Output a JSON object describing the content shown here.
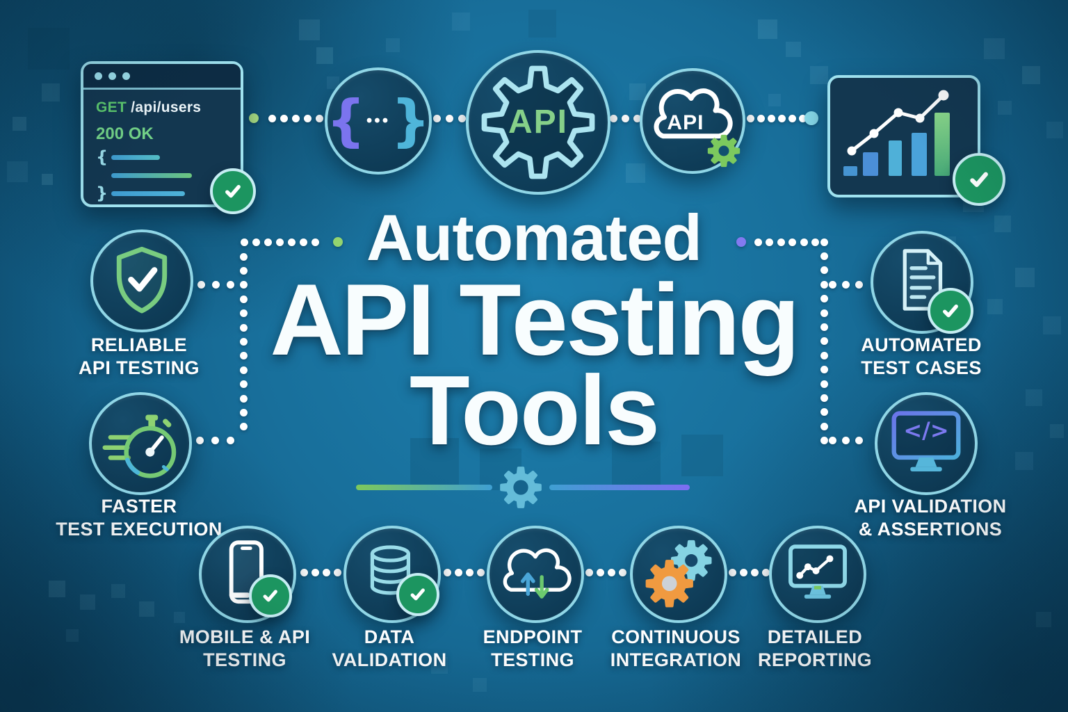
{
  "title": {
    "line1": "Automated",
    "line2": "API Testing",
    "line3": "Tools"
  },
  "request_card": {
    "method": "GET",
    "path": "/api/users",
    "status": "200 OK",
    "open_brace": "{",
    "close_brace": "}"
  },
  "nodes": {
    "braces": {
      "left": "{",
      "dots": "•••",
      "right": "}"
    },
    "api_gear": {
      "label": "API"
    },
    "cloud_api": {
      "label": "API"
    },
    "code_monitor": {
      "code": "</>"
    }
  },
  "features": {
    "reliable": {
      "line1": "RELIABLE",
      "line2": "API TESTING"
    },
    "faster": {
      "line1": "FASTER",
      "line2": "TEST EXECUTION"
    },
    "test_cases": {
      "line1": "AUTOMATED",
      "line2": "TEST CASES"
    },
    "validation": {
      "line1": "API VALIDATION",
      "line2": "& ASSERTIONS"
    },
    "mobile": {
      "line1": "MOBILE & API",
      "line2": "TESTING"
    },
    "data_validation": {
      "line1": "DATA",
      "line2": "VALIDATION"
    },
    "endpoint": {
      "line1": "ENDPOINT",
      "line2": "TESTING"
    },
    "integration": {
      "line1": "CONTINUOUS",
      "line2": "INTEGRATION"
    },
    "reporting": {
      "line1": "DETAILED",
      "line2": "REPORTING"
    }
  },
  "icons": {
    "window_control_dots": "•••",
    "code_braces": "{•••}",
    "gear": "svg-gear",
    "cloud": "svg-cloud",
    "check": "svg-check",
    "shield_check": "svg-shield-check",
    "stopwatch": "svg-stopwatch",
    "document_check": "svg-document-check",
    "code_monitor": "svg-monitor-code",
    "mobile_check": "svg-phone-check",
    "database_check": "svg-database-check",
    "cloud_sync_arrows": "svg-cloud-arrows",
    "ci_gears": "svg-gears",
    "report_monitor": "svg-monitor-chart",
    "bar_line_chart": "svg-chart"
  },
  "colors": {
    "background": "#15678f",
    "accent_cyan": "#8fd8e8",
    "accent_green": "#6fcf7c",
    "check_green": "#1c9560",
    "accent_purple": "#7b72ee",
    "accent_orange": "#ef9a3e",
    "accent_blue": "#3f9fd2",
    "title_white": "#f8fdfe",
    "card_navy": "#133750"
  }
}
